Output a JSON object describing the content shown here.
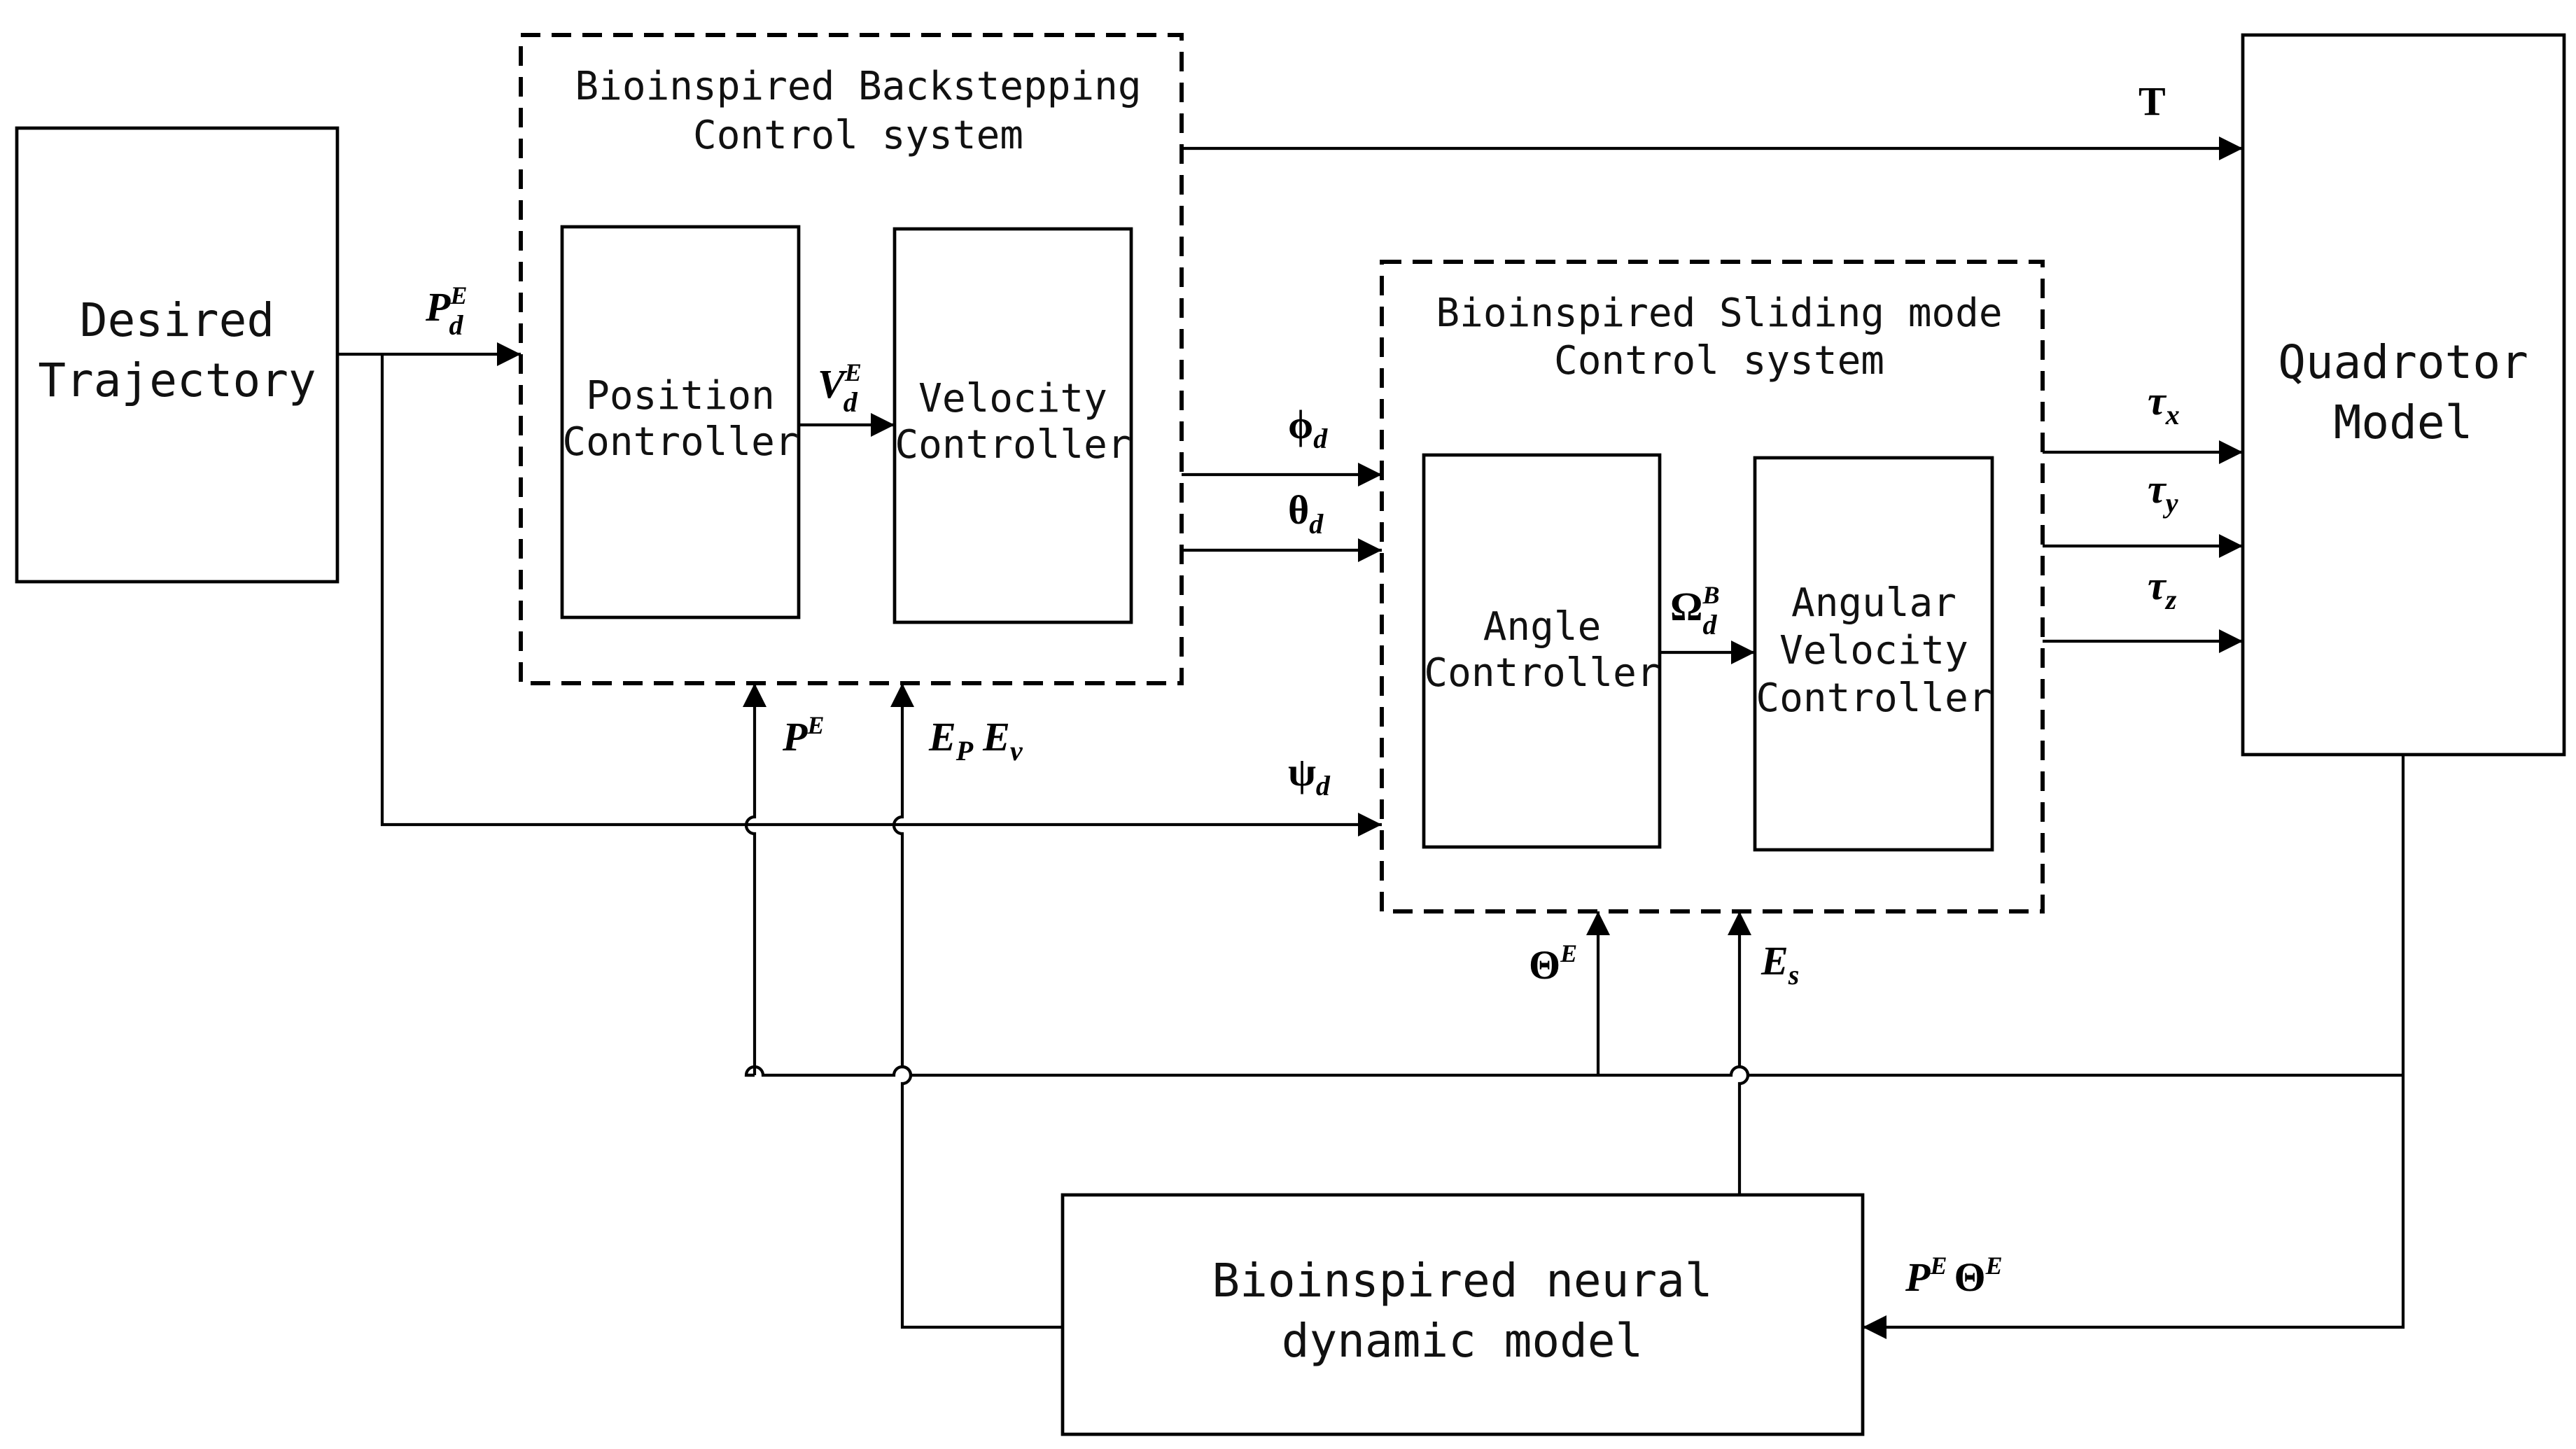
{
  "blocks": {
    "desired_trajectory": [
      "Desired",
      "Trajectory"
    ],
    "backstepping_title": [
      "Bioinspired Backstepping",
      "Control system"
    ],
    "position_controller": [
      "Position",
      "Controller"
    ],
    "velocity_controller": [
      "Velocity",
      "Controller"
    ],
    "sliding_title": [
      "Bioinspired Sliding mode",
      "Control system"
    ],
    "angle_controller": [
      "Angle",
      "Controller"
    ],
    "angular_velocity_controller": [
      "Angular",
      "Velocity",
      "Controller"
    ],
    "quadrotor_model": [
      "Quadrotor",
      "Model"
    ],
    "neural_model": [
      "Bioinspired neural",
      "dynamic model"
    ]
  },
  "signals": {
    "thrust": "T",
    "pd": {
      "base": "P",
      "sub": "d",
      "sup": "E"
    },
    "vd": {
      "base": "V",
      "sub": "d",
      "sup": "E"
    },
    "phi_d": {
      "base": "ϕ",
      "sub": "d"
    },
    "theta_d": {
      "base": "θ",
      "sub": "d"
    },
    "psi_d": {
      "base": "ψ",
      "sub": "d"
    },
    "omega_d": {
      "base": "Ω",
      "sub": "d",
      "sup": "B"
    },
    "tau_x": {
      "base": "τ",
      "sub": "x"
    },
    "tau_y": {
      "base": "τ",
      "sub": "y"
    },
    "tau_z": {
      "base": "τ",
      "sub": "z"
    },
    "pe": {
      "base": "P",
      "sup": "E"
    },
    "ep": {
      "base": "E",
      "sub": "P"
    },
    "ev": {
      "base": "E",
      "sub": "v"
    },
    "theta_e": {
      "base": "Θ",
      "sup": "E"
    },
    "es": {
      "base": "E",
      "sub": "s"
    },
    "pe2": {
      "base": "P",
      "sup": "E"
    },
    "theta_e2": {
      "base": "Θ",
      "sup": "E"
    }
  }
}
